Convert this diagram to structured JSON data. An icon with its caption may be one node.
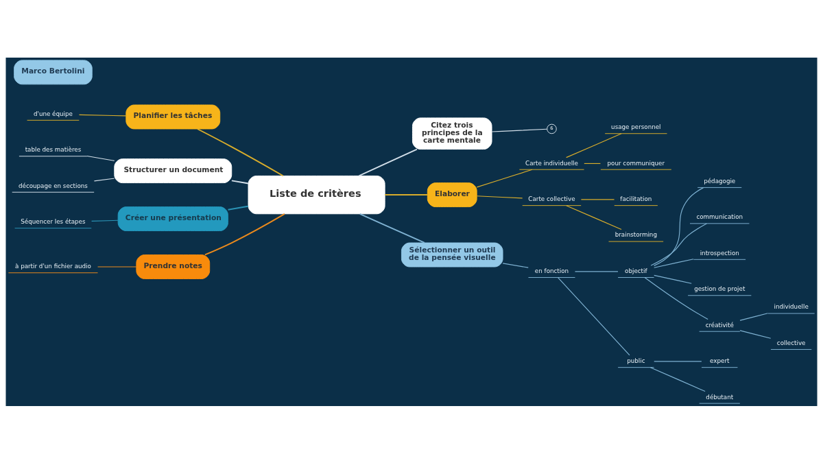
{
  "diagram": {
    "nodes": [
      {
        "text": [
          "Liste de critères"
        ]
      },
      {
        "text": [
          "Citez trois principes de la carte mentale"
        ]
      },
      {
        "text": [
          "6"
        ]
      },
      {
        "text": [
          "Elaborer"
        ]
      },
      {
        "text": [
          "Carte individuelle"
        ]
      },
      {
        "text": [
          "usage personnel"
        ]
      },
      {
        "text": [
          "pour communiquer"
        ]
      },
      {
        "text": [
          "Carte collective"
        ]
      },
      {
        "text": [
          "facilitation"
        ]
      },
      {
        "text": [
          "brainstorming"
        ]
      },
      {
        "text": [
          "Sélectionner un outil de la pensée visuelle"
        ]
      },
      {
        "text": [
          "en fonction"
        ]
      },
      {
        "text": [
          "objectif"
        ]
      },
      {
        "text": [
          "pédagogie"
        ]
      },
      {
        "text": [
          "communication"
        ]
      },
      {
        "text": [
          "introspection"
        ]
      },
      {
        "text": [
          "gestion de projet"
        ]
      },
      {
        "text": [
          "créativité"
        ]
      },
      {
        "text": [
          "individuelle"
        ]
      },
      {
        "text": [
          "collective"
        ]
      },
      {
        "text": [
          "public"
        ]
      },
      {
        "text": [
          "expert"
        ]
      },
      {
        "text": [
          "débutant"
        ]
      },
      {
        "text": [
          "Planifier les tâches"
        ]
      },
      {
        "text": [
          "d'une équipe"
        ]
      },
      {
        "text": [
          "Structurer un document"
        ]
      },
      {
        "text": [
          "table des matières"
        ]
      },
      {
        "text": [
          "découpage en sections"
        ]
      },
      {
        "text": [
          "Créer une présentation"
        ]
      },
      {
        "text": [
          "Séquencer les étapes"
        ]
      },
      {
        "text": [
          "Prendre notes"
        ]
      },
      {
        "text": [
          "à partir d'un fichier audio"
        ]
      },
      {
        "text": [
          "Marco Bertolini"
        ]
      }
    ],
    "edges": [
      {
        "from": 0,
        "to": 1,
        "arrow": "none",
        "color": "#d3dfe9"
      },
      {
        "from": 1,
        "to": 2,
        "arrow": "none",
        "color": "#d3dfe9"
      },
      {
        "from": 0,
        "to": 3,
        "arrow": "none",
        "color": "#d9ad2b"
      },
      {
        "from": 3,
        "to": 4,
        "arrow": "none",
        "color": "#d9ad2b"
      },
      {
        "from": 4,
        "to": 5,
        "arrow": "none",
        "color": "#d9ad2b"
      },
      {
        "from": 4,
        "to": 6,
        "arrow": "none",
        "color": "#d9ad2b"
      },
      {
        "from": 3,
        "to": 7,
        "arrow": "none",
        "color": "#d9ad2b"
      },
      {
        "from": 7,
        "to": 8,
        "arrow": "none",
        "color": "#d9ad2b"
      },
      {
        "from": 7,
        "to": 9,
        "arrow": "none",
        "color": "#d9ad2b"
      },
      {
        "from": 0,
        "to": 10,
        "arrow": "none"
      },
      {
        "from": 10,
        "to": 11,
        "arrow": "none"
      },
      {
        "from": 11,
        "to": 12,
        "arrow": "none"
      },
      {
        "from": 12,
        "to": 13,
        "arrow": "none"
      },
      {
        "from": 12,
        "to": 14,
        "arrow": "none"
      },
      {
        "from": 12,
        "to": 15,
        "arrow": "none"
      },
      {
        "from": 12,
        "to": 16,
        "arrow": "none"
      },
      {
        "from": 12,
        "to": 17,
        "arrow": "none"
      },
      {
        "from": 17,
        "to": 18,
        "arrow": "none"
      },
      {
        "from": 17,
        "to": 19,
        "arrow": "none"
      },
      {
        "from": 11,
        "to": 20,
        "arrow": "none"
      },
      {
        "from": 20,
        "to": 21,
        "arrow": "none"
      },
      {
        "from": 20,
        "to": 22,
        "arrow": "none"
      },
      {
        "from": 23,
        "to": 0,
        "arrow": "none",
        "color": "#d9ad2b"
      },
      {
        "from": 24,
        "to": 23,
        "arrow": "none",
        "color": "#d9ad2b"
      },
      {
        "from": 25,
        "to": 0,
        "arrow": "none",
        "color": "#d3dfe9"
      },
      {
        "from": 26,
        "to": 25,
        "arrow": "none",
        "color": "#d3dfe9"
      },
      {
        "from": 27,
        "to": 25,
        "arrow": "none",
        "color": "#d3dfe9"
      },
      {
        "from": 28,
        "to": 0,
        "arrow": "none",
        "color": "#2b93b5"
      },
      {
        "from": 29,
        "to": 28,
        "arrow": "none",
        "color": "#2b93b5"
      },
      {
        "from": 30,
        "to": 0,
        "arrow": "none",
        "color": "#ec8a1c"
      },
      {
        "from": 31,
        "to": 30,
        "arrow": "none",
        "color": "#ec8a1c"
      }
    ]
  }
}
